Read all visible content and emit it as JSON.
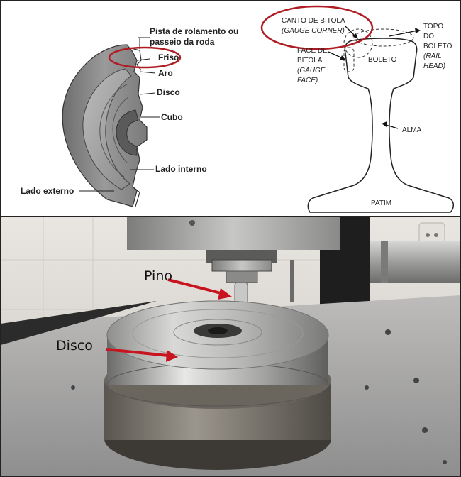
{
  "wheel": {
    "labels": {
      "pista": [
        "Pista de rolamento ou",
        "passeio da roda"
      ],
      "friso": "Friso",
      "aro": "Aro",
      "disco": "Disco",
      "cubo": "Cubo",
      "lado_interno": "Lado interno",
      "lado_externo": "Lado externo"
    }
  },
  "rail": {
    "labels": {
      "canto_de_bitola": "CANTO DE BITOLA",
      "gauge_corner": "(GAUGE CORNER)",
      "face_de_bitola": [
        "FACE DE",
        "BITOLA"
      ],
      "gauge_face": [
        "(GAUGE",
        "FACE)"
      ],
      "boleto": "BOLETO",
      "topo_do_boleto": [
        "TOPO",
        "DO",
        "BOLETO"
      ],
      "rail_head": [
        "(RAIL",
        "HEAD)"
      ],
      "alma": "ALMA",
      "patim": "PATIM"
    }
  },
  "photo": {
    "labels": {
      "pino": "Pino",
      "disco": "Disco"
    }
  },
  "colors": {
    "highlight": "#b01c24",
    "arrow": "#c8141e",
    "wheel_fill": "#8c8c8c",
    "wheel_dark": "#4a4a4a"
  }
}
